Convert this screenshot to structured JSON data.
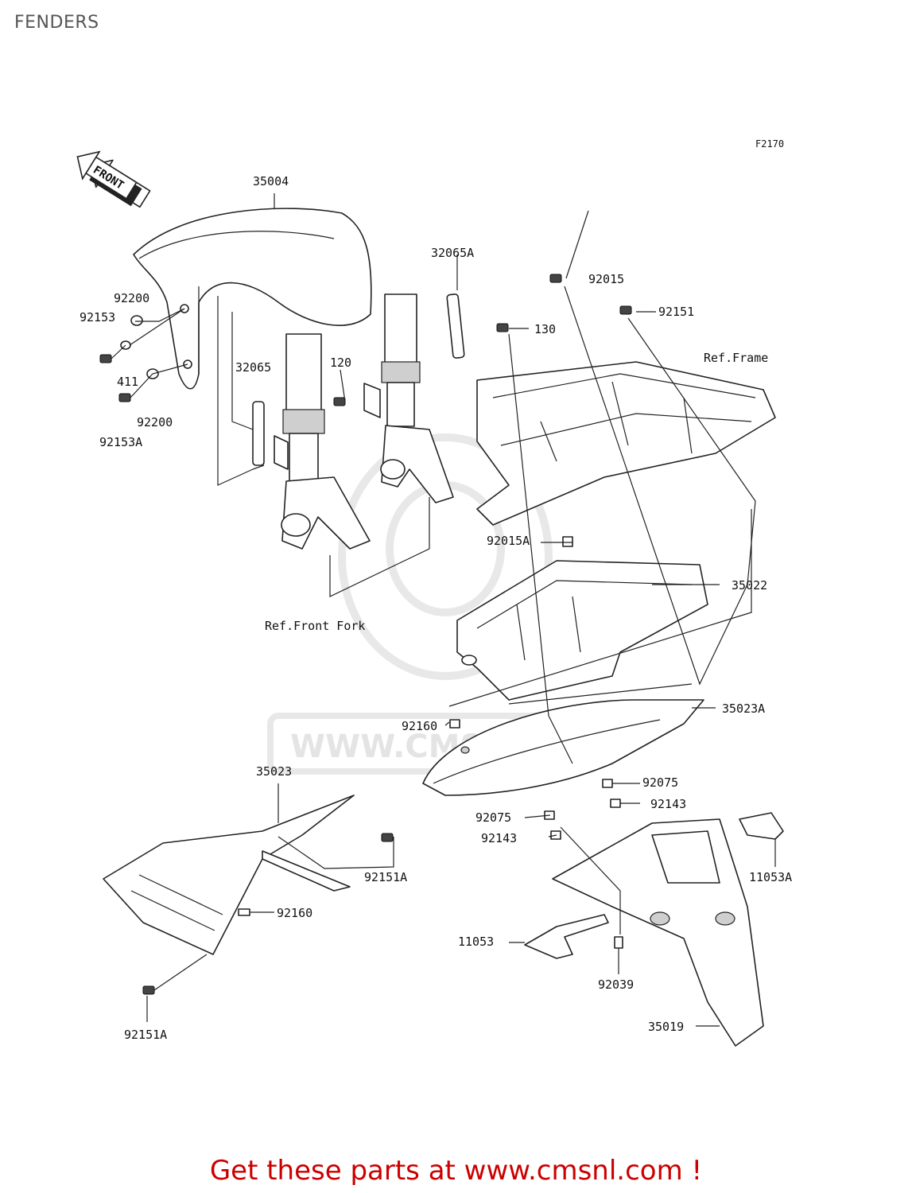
{
  "page": {
    "title": "FENDERS"
  },
  "diagram": {
    "figure_code": "F2170",
    "front_badge": "FRONT",
    "watermark": "WWW.CMSNL.COM",
    "references": {
      "frame": "Ref.Frame",
      "front_fork": "Ref.Front Fork"
    },
    "parts": {
      "p35004": "35004",
      "p32065A": "32065A",
      "p92015": "92015",
      "p92151": "92151",
      "p130": "130",
      "p92200_a": "92200",
      "p92153": "92153",
      "p411": "411",
      "p32065": "32065",
      "p120": "120",
      "p92200_b": "92200",
      "p92153A": "92153A",
      "p92015A": "92015A",
      "p35022": "35022",
      "p92160_a": "92160",
      "p35023A": "35023A",
      "p35023": "35023",
      "p92075_a": "92075",
      "p92143_a": "92143",
      "p92075_b": "92075",
      "p92143_b": "92143",
      "p92151A_a": "92151A",
      "p11053A": "11053A",
      "p92160_b": "92160",
      "p11053": "11053",
      "p92039": "92039",
      "p35019": "35019",
      "p92151A_b": "92151A"
    }
  },
  "footer": {
    "cta": "Get these parts at www.cmsnl.com !"
  }
}
